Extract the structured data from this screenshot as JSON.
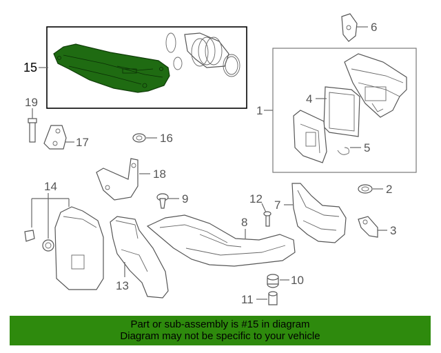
{
  "diagram": {
    "callouts": {
      "c1": "1",
      "c2": "2",
      "c3": "3",
      "c4": "4",
      "c5": "5",
      "c6": "6",
      "c7": "7",
      "c8": "8",
      "c9": "9",
      "c10": "10",
      "c11": "11",
      "c12": "12",
      "c13": "13",
      "c14": "14",
      "c15": "15",
      "c16": "16",
      "c17": "17",
      "c18": "18",
      "c19": "19"
    },
    "colors": {
      "highlight": "#1f6b12",
      "banner": "#2e8a0d"
    }
  },
  "banner": {
    "line1": "Part or sub-assembly is #15 in diagram",
    "line2": "Diagram may not be specific to your vehicle"
  }
}
